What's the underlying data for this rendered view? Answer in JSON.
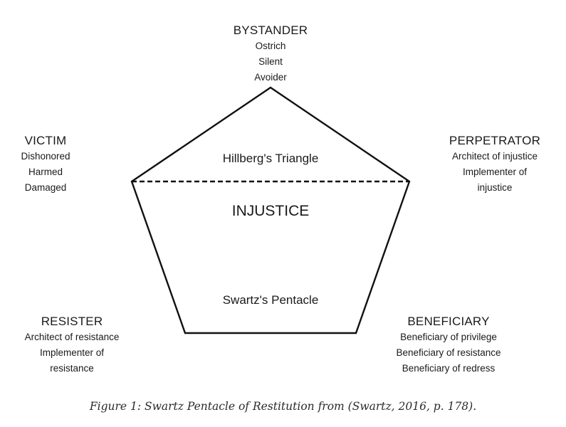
{
  "roles": {
    "bystander": {
      "title": "BYSTANDER",
      "lines": [
        "Ostrich",
        "Silent",
        "Avoider"
      ]
    },
    "victim": {
      "title": "VICTIM",
      "lines": [
        "Dishonored",
        "Harmed",
        "Damaged"
      ]
    },
    "perpetrator": {
      "title": "PERPETRATOR",
      "lines": [
        "Architect of injustice",
        "Implementer of",
        "injustice"
      ]
    },
    "resister": {
      "title": "RESISTER",
      "lines": [
        "Architect of resistance",
        "Implementer of",
        "resistance"
      ]
    },
    "beneficiary": {
      "title": "BENEFICIARY",
      "lines": [
        "Beneficiary of privilege",
        "Beneficiary of resistance",
        "Beneficiary of redress"
      ]
    }
  },
  "center": {
    "triangle_label": "Hillberg's Triangle",
    "core_label": "INJUSTICE",
    "pentacle_label": "Swartz's Pentacle"
  },
  "caption": "Figure 1: Swartz Pentacle of Restitution from (Swartz, 2016, p. 178)."
}
